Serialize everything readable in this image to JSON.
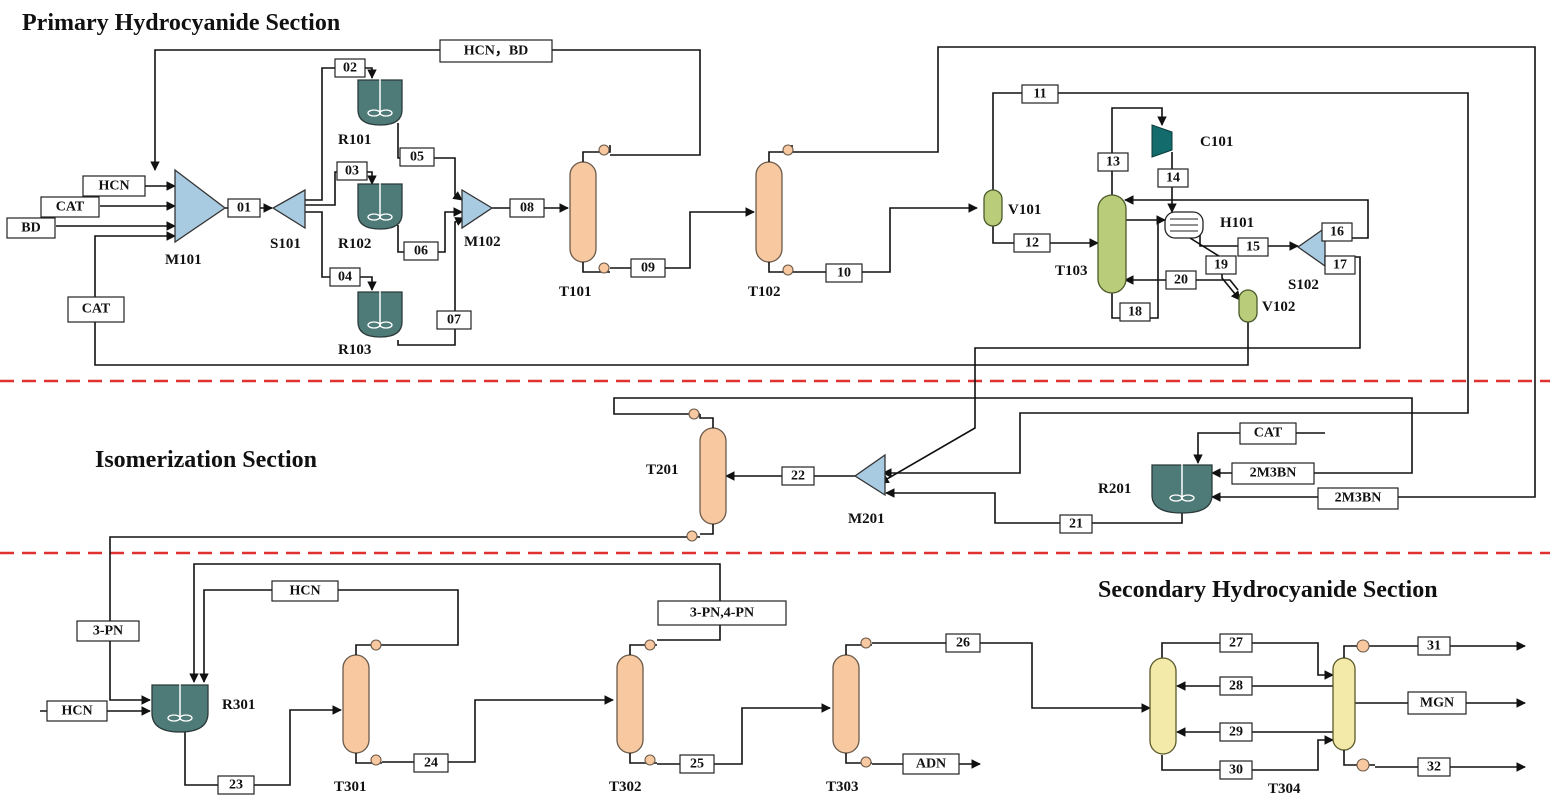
{
  "sections": {
    "primary": "Primary Hydrocyanide Section",
    "isomerization": "Isomerization Section",
    "secondary": "Secondary Hydrocyanide Section"
  },
  "colors": {
    "separator": "#e03030",
    "distillation_column": "#f8c8a0",
    "vessel_green": "#b8cc7a",
    "column_yellow": "#f3eaaa",
    "reactor": "#4e7a78",
    "mixer": "#a9cbe2",
    "compressor": "#136b6b"
  },
  "feeds": {
    "hcn_1": "HCN",
    "cat_1": "CAT",
    "bd": "BD",
    "cat_recycle": "CAT",
    "hcn_bd": "HCN，BD",
    "cat_2": "CAT",
    "m2m3bn_1": "2M3BN",
    "m2m3bn_2": "2M3BN",
    "pn3": "3-PN",
    "hcn_2": "HCN",
    "hcn_3": "HCN",
    "pn34": "3-PN,4-PN",
    "adn": "ADN",
    "mgn": "MGN"
  },
  "streams": {
    "s01": "01",
    "s02": "02",
    "s03": "03",
    "s04": "04",
    "s05": "05",
    "s06": "06",
    "s07": "07",
    "s08": "08",
    "s09": "09",
    "s10": "10",
    "s11": "11",
    "s12": "12",
    "s13": "13",
    "s14": "14",
    "s15": "15",
    "s16": "16",
    "s17": "17",
    "s18": "18",
    "s19": "19",
    "s20": "20",
    "s21": "21",
    "s22": "22",
    "s23": "23",
    "s24": "24",
    "s25": "25",
    "s26": "26",
    "s27": "27",
    "s28": "28",
    "s29": "29",
    "s30": "30",
    "s31": "31",
    "s32": "32"
  },
  "units": {
    "M101": "M101",
    "S101": "S101",
    "R101": "R101",
    "R102": "R102",
    "R103": "R103",
    "M102": "M102",
    "T101": "T101",
    "T102": "T102",
    "V101": "V101",
    "T103": "T103",
    "C101": "C101",
    "H101": "H101",
    "S102": "S102",
    "V102": "V102",
    "T201": "T201",
    "M201": "M201",
    "R201": "R201",
    "R301": "R301",
    "T301": "T301",
    "T302": "T302",
    "T303": "T303",
    "T304": "T304"
  }
}
